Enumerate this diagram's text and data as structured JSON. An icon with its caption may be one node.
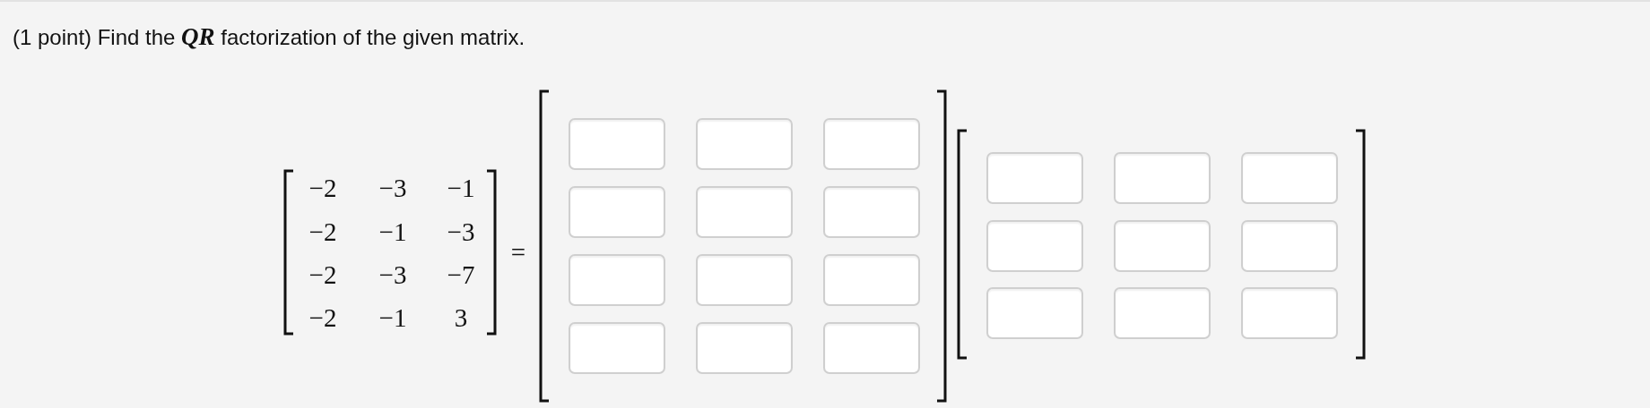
{
  "diagram": {
    "title": "(1 point) Find the *QR* factorization of the given matrix.",
    "nodes": [
      {
        "text": [],
        "shape": "box"
      },
      {
        "text": [],
        "shape": "box"
      },
      {
        "text": [],
        "shape": "box"
      },
      {
        "text": [],
        "shape": "box"
      },
      {
        "text": [],
        "shape": "box"
      },
      {
        "text": [],
        "shape": "box"
      },
      {
        "text": [],
        "shape": "box"
      },
      {
        "text": [],
        "shape": "box"
      },
      {
        "text": [],
        "shape": "box"
      },
      {
        "text": [],
        "shape": "box"
      },
      {
        "text": [],
        "shape": "box"
      },
      {
        "text": [],
        "shape": "box"
      },
      {
        "text": [],
        "shape": "box"
      },
      {
        "text": [],
        "shape": "box"
      },
      {
        "text": [],
        "shape": "box"
      },
      {
        "text": [],
        "shape": "box"
      },
      {
        "text": [],
        "shape": "box"
      },
      {
        "text": [],
        "shape": "box"
      },
      {
        "text": [],
        "shape": "box"
      },
      {
        "text": [],
        "shape": "box"
      },
      {
        "text": [],
        "shape": "box"
      }
    ],
    "labels": [
      "−2",
      "−3",
      "−1",
      "−2",
      "−1",
      "−3",
      "−2",
      "−3",
      "−7",
      "−2",
      "−1",
      "3",
      "="
    ]
  }
}
